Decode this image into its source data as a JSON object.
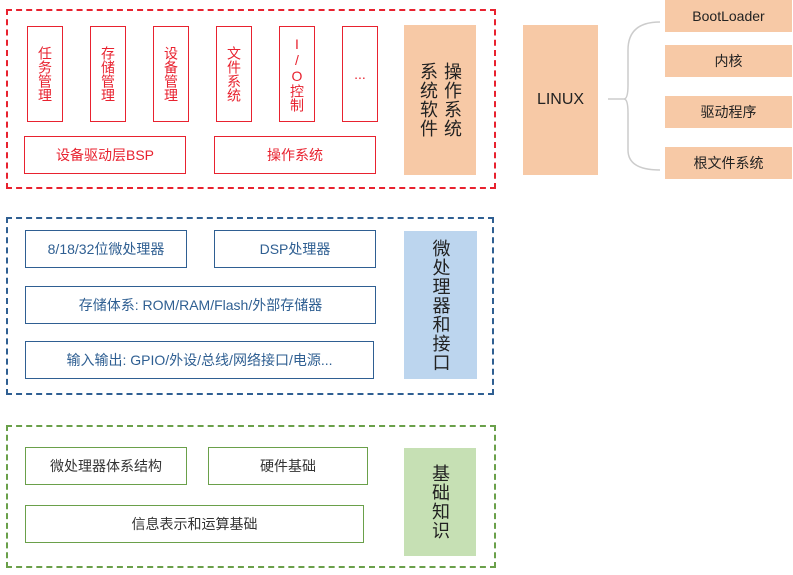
{
  "os_group": {
    "modules": [
      {
        "label": "任务管理"
      },
      {
        "label": "存储管理"
      },
      {
        "label": "设备管理"
      },
      {
        "label": "文件系统"
      },
      {
        "label": "I/O控制"
      },
      {
        "label": "..."
      }
    ],
    "bsp_label": "设备驱动层BSP",
    "os_label": "操作系统",
    "panel_col1": "系统软件",
    "panel_col2": "操作系统"
  },
  "linux": {
    "label": "LINUX",
    "items": [
      {
        "label": "BootLoader"
      },
      {
        "label": "内核"
      },
      {
        "label": "驱动程序"
      },
      {
        "label": "根文件系统"
      }
    ]
  },
  "micro_group": {
    "cpu_label": "8/18/32位微处理器",
    "dsp_label": "DSP处理器",
    "storage_label": "存储体系: ROM/RAM/Flash/外部存储器",
    "io_label": "输入输出: GPIO/外设/总线/网络接口/电源...",
    "panel_label": "微处理器和接口"
  },
  "basic_group": {
    "arch_label": "微处理器体系结构",
    "hw_label": "硬件基础",
    "info_label": "信息表示和运算基础",
    "panel_label": "基础知识"
  },
  "colors": {
    "red": "#e8222f",
    "blue": "#2f5f92",
    "green": "#6aa04a",
    "peach": "#f7c9a6",
    "light_blue": "#bcd5ee",
    "light_green": "#c6e0b4"
  }
}
